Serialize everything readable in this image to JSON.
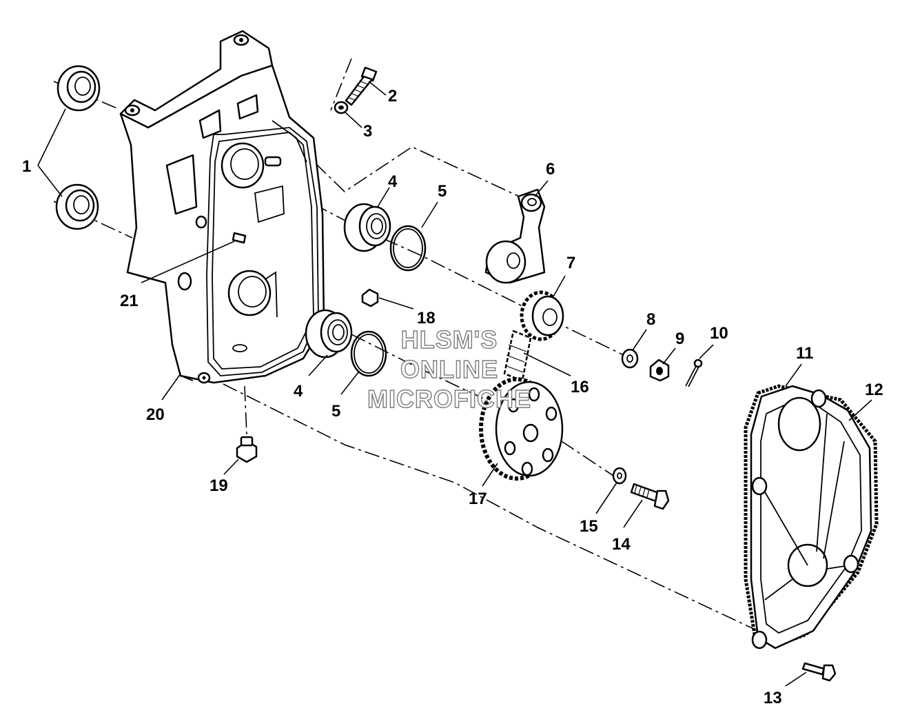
{
  "callouts": {
    "c1": "1",
    "c2": "2",
    "c3": "3",
    "c4a": "4",
    "c4b": "4",
    "c5a": "5",
    "c5b": "5",
    "c6": "6",
    "c7": "7",
    "c8": "8",
    "c9": "9",
    "c10": "10",
    "c11": "11",
    "c12": "12",
    "c13": "13",
    "c14": "14",
    "c15": "15",
    "c16": "16",
    "c17": "17",
    "c18": "18",
    "c19": "19",
    "c20": "20",
    "c21": "21"
  },
  "watermark": {
    "line1": "HLSM'S",
    "line2": "ONLINE",
    "line3": "MICROFICHE"
  }
}
